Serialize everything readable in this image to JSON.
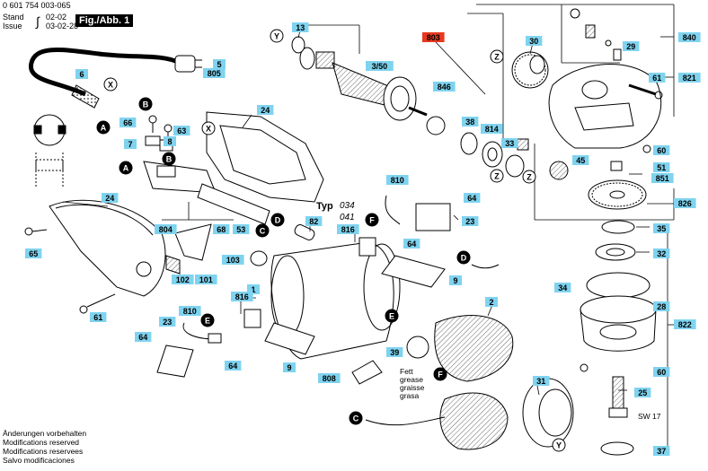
{
  "header": {
    "part_number": "0 601 754 003-065",
    "stand_label": "Stand",
    "issue_label": "Issue",
    "stand_date": "02-02",
    "issue_date": "03-02-28",
    "figure_label": "Fig./Abb. 1"
  },
  "typ": {
    "label": "Typ",
    "code1": "034",
    "code2": "041"
  },
  "grease_note": [
    "Fett",
    "grease",
    "graisse",
    "grasa"
  ],
  "sw_note": "SW 17",
  "footer": [
    "Änderungen vorbehalten",
    "Modifications reserved",
    "Modifications reservees",
    "Salvo modificaciones"
  ],
  "highlight_color": "#e8381e",
  "label_color": "#7fd3ef",
  "labels": {
    "l13": "13",
    "l803": "803",
    "l3_50": "3/50",
    "l30": "30",
    "l29": "29",
    "l840": "840",
    "l821": "821",
    "l61a": "61",
    "l6": "6",
    "l5": "5",
    "l805": "805",
    "l846": "846",
    "l38": "38",
    "l814": "814",
    "l33": "33",
    "l24a": "24",
    "l66": "66",
    "l63": "63",
    "l7": "7",
    "l8": "8",
    "l60a": "60",
    "l51": "51",
    "l851": "851",
    "l45": "45",
    "l826": "826",
    "l64a": "64",
    "l810a": "810",
    "l23a": "23",
    "l24b": "24",
    "l804": "804",
    "l68": "68",
    "l53": "53",
    "l82": "82",
    "l816a": "816",
    "l64b": "64",
    "l65": "65",
    "l103": "103",
    "l102": "102",
    "l101": "101",
    "l35": "35",
    "l32": "32",
    "l9a": "9",
    "l34": "34",
    "l28": "28",
    "l822": "822",
    "l61b": "61",
    "l1": "1",
    "l816b": "816",
    "l810b": "810",
    "l2": "2",
    "l23b": "23",
    "l64c": "64",
    "l64d": "64",
    "l39": "39",
    "l9b": "9",
    "l808": "808",
    "l60b": "60",
    "l25": "25",
    "l31": "31",
    "l37": "37"
  },
  "markers": {
    "y": "Y",
    "z": "Z",
    "x": "X",
    "a": "A",
    "b": "B",
    "c": "C",
    "d": "D",
    "e": "E",
    "f": "F"
  }
}
